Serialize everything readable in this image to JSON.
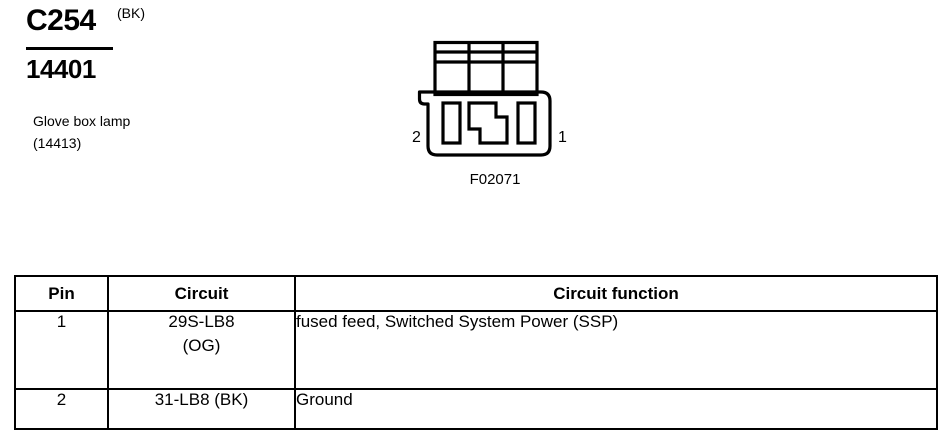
{
  "header": {
    "connector_id": "C254",
    "color_code": "(BK)",
    "part_number": "14401",
    "component_name": "Glove box lamp",
    "component_part_number": "(14413)"
  },
  "diagram": {
    "figure_code": "F02071",
    "pin_left_label": "2",
    "pin_right_label": "1",
    "line_color": "#000000"
  },
  "table": {
    "columns": [
      "Pin",
      "Circuit",
      "Circuit function"
    ],
    "rows": [
      {
        "pin": "1",
        "circuit_line1": "29S-LB8",
        "circuit_line2": "(OG)",
        "function": "fused feed, Switched System Power (SSP)"
      },
      {
        "pin": "2",
        "circuit_line1": "31-LB8 (BK)",
        "circuit_line2": "",
        "function": "Ground"
      }
    ]
  }
}
